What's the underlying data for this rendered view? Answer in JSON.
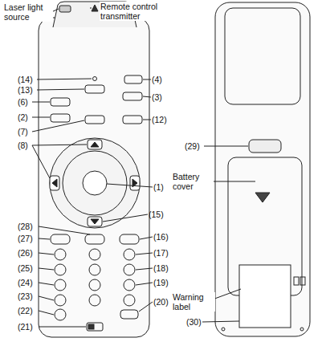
{
  "diagram": {
    "labels": [
      "Laser light source",
      "Remote control transmitter",
      "(14)",
      "(13)",
      "(6)",
      "(2)",
      "(7)",
      "(8)",
      "(28)",
      "(27)",
      "(26)",
      "(25)",
      "(24)",
      "(23)",
      "(22)",
      "(21)",
      "(4)",
      "(3)",
      "(12)",
      "(1)",
      "(15)",
      "(16)",
      "(17)",
      "(18)",
      "(19)",
      "(20)",
      "Battery cover",
      "(29)",
      "Warning label",
      "(30)"
    ]
  }
}
